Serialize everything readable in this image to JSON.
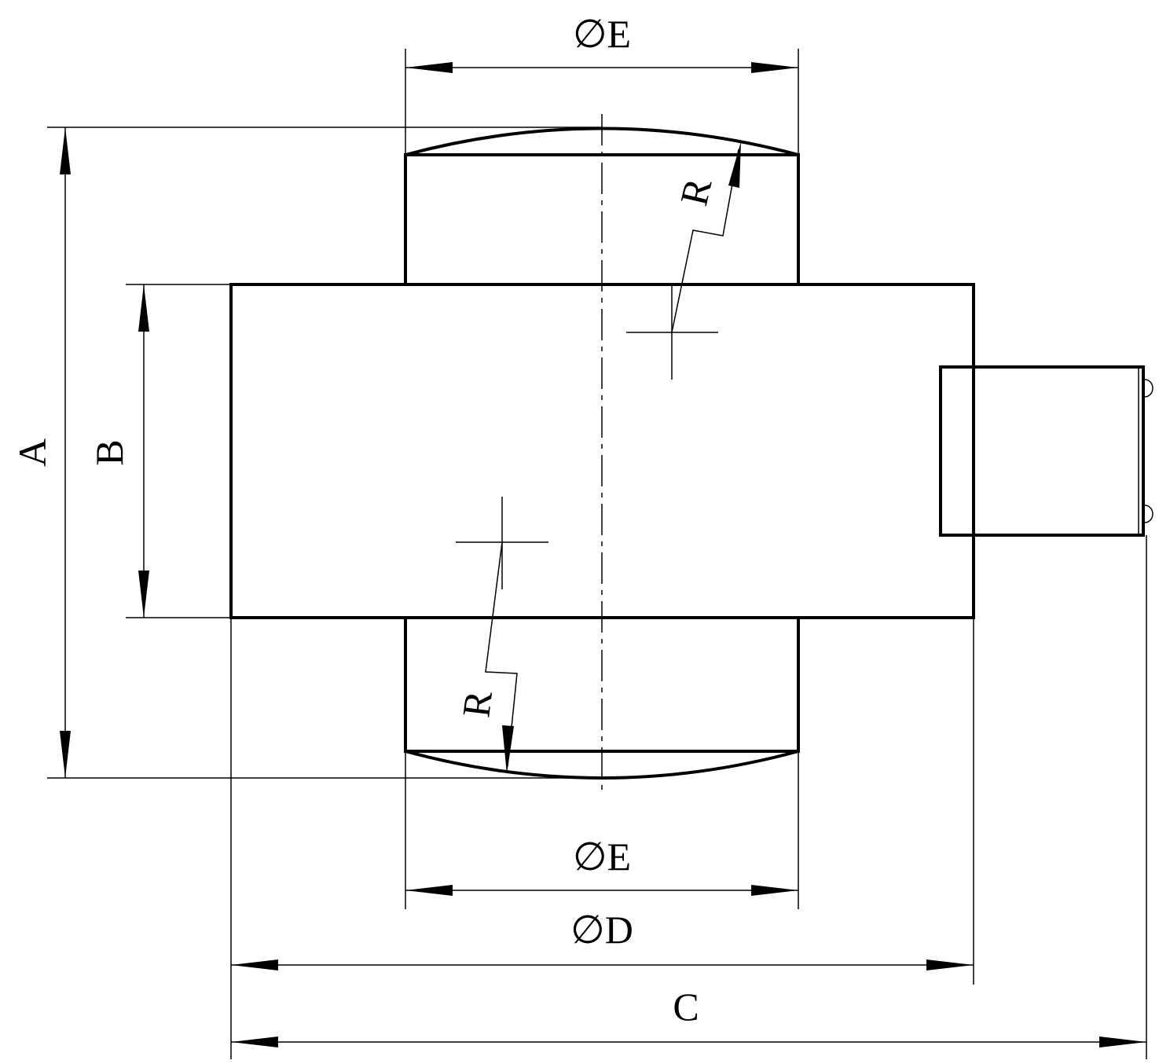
{
  "labels": {
    "top_diameter": "∅E",
    "bottom_diameter": "∅E",
    "body_diameter": "∅D",
    "overall_length": "C",
    "overall_height": "A",
    "body_height": "B",
    "top_radius": "R",
    "bottom_radius": "R"
  }
}
